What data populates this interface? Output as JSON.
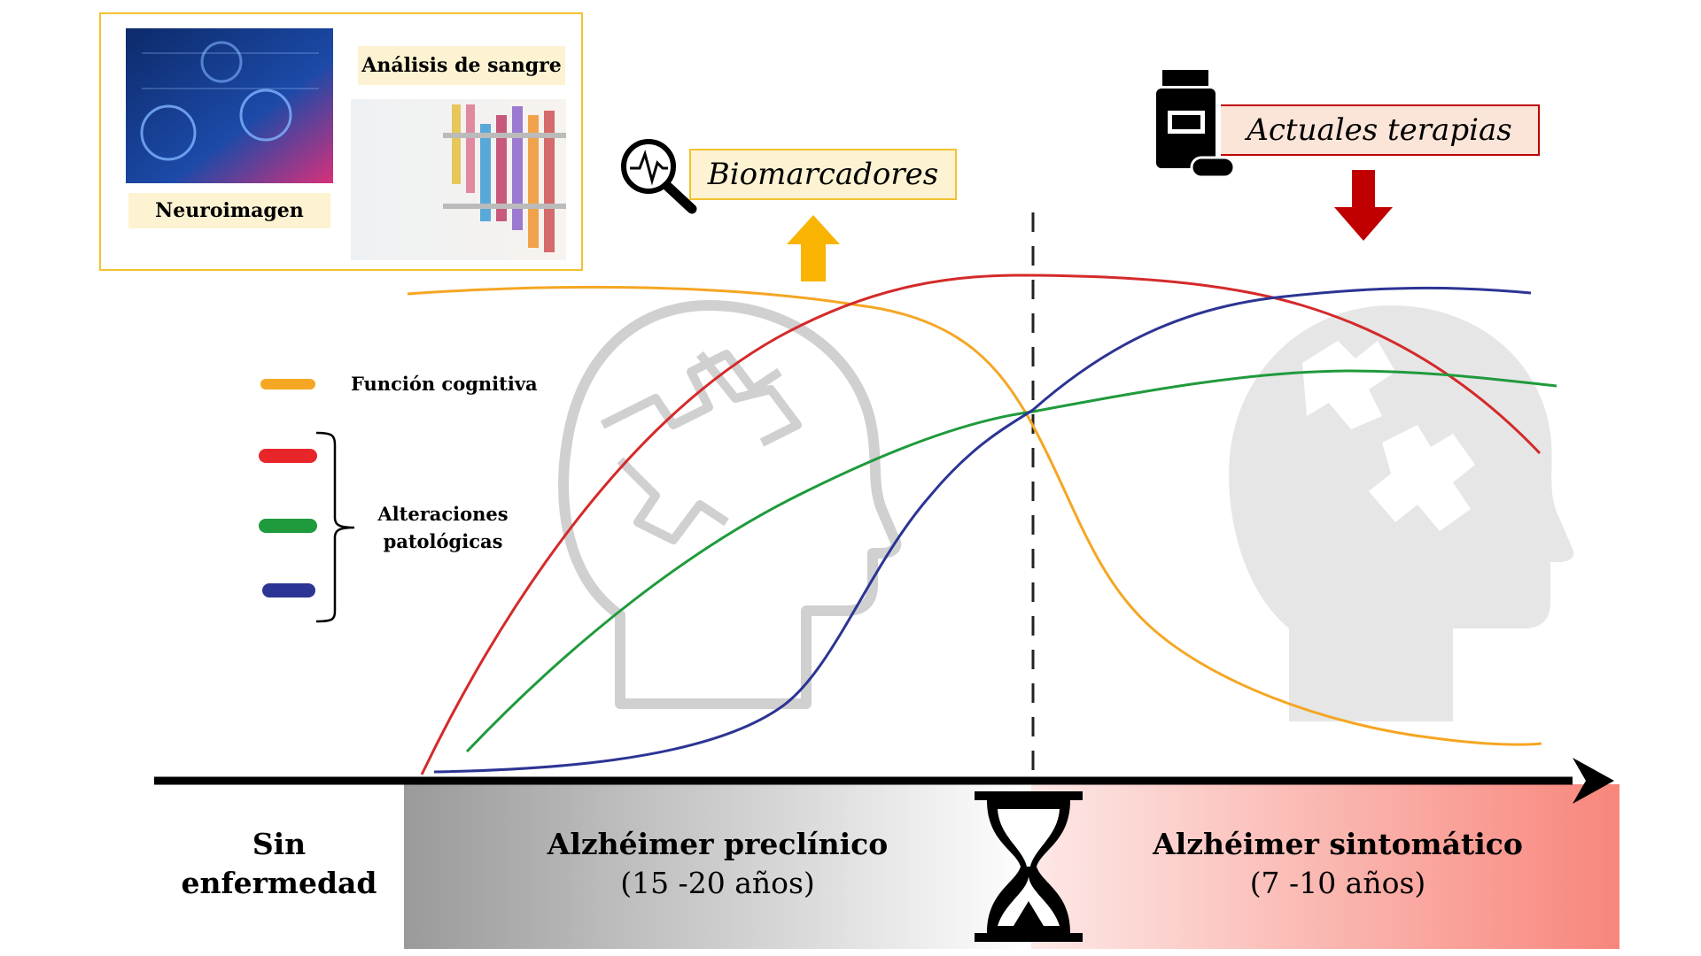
{
  "methods": {
    "neuroimaging_label": "Neuroimagen",
    "blood_label": "Análisis de sangre"
  },
  "biomarkers_label": "Biomarcadores",
  "therapies_label": "Actuales terapias",
  "legend": {
    "cognitive_label": "Función cognitiva",
    "pathological_label_line1": "Alteraciones",
    "pathological_label_line2": "patológicas"
  },
  "stages": {
    "none_line1": "Sin",
    "none_line2": "enfermedad",
    "preclinical_title": "Alzhéimer preclínico",
    "preclinical_duration": "(15 -20 años)",
    "symptomatic_title": "Alzhéimer sintomático",
    "symptomatic_duration": "(7 -10 años)"
  },
  "colors": {
    "cognitive": "#f5a623",
    "red_curve": "#d42a2a",
    "green_curve": "#1f9a3c",
    "blue_curve": "#2c3494",
    "biomarker_arrow": "#f8b400",
    "therapy_arrow": "#c00000"
  },
  "icons": [
    "magnifier-heartbeat-icon",
    "medicine-bottle-icon",
    "hourglass-icon",
    "head-puzzle-outline-icon",
    "head-puzzle-solid-icon",
    "up-arrow-icon",
    "down-arrow-icon"
  ]
}
